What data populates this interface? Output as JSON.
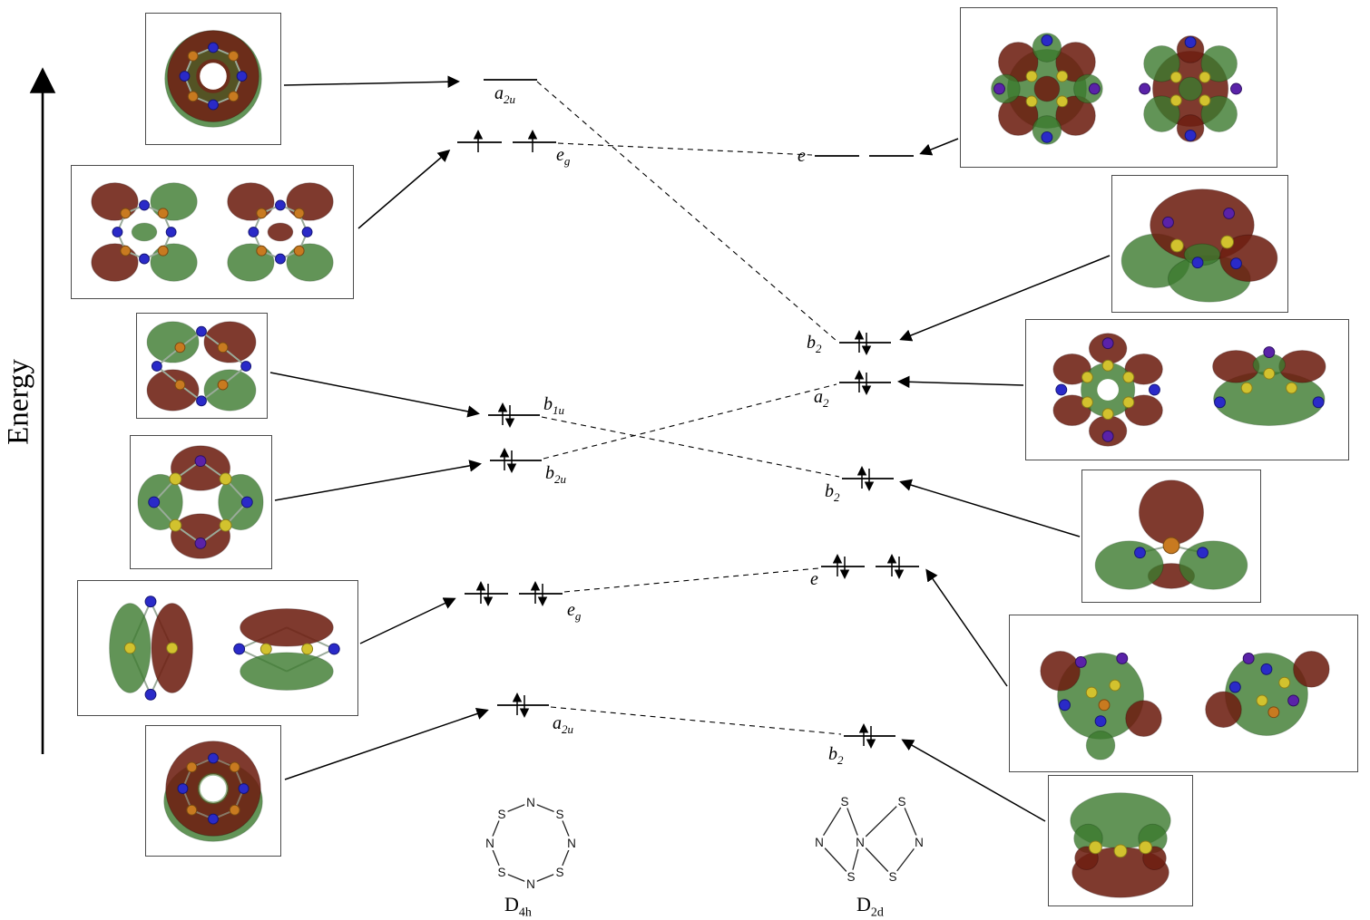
{
  "figure": {
    "type": "molecular-orbital-correlation-diagram",
    "energy_axis_label": "Energy"
  },
  "d4h": {
    "group_label": {
      "main": "D",
      "sub": "4h"
    },
    "levels": [
      {
        "main": "a",
        "sub": "2u",
        "electrons": "0",
        "degenerate": false
      },
      {
        "main": "e",
        "sub": "g",
        "electrons": "1,1",
        "degenerate": true
      },
      {
        "main": "b",
        "sub": "1u",
        "electrons": "2",
        "degenerate": false
      },
      {
        "main": "b",
        "sub": "2u",
        "electrons": "2",
        "degenerate": false
      },
      {
        "main": "e",
        "sub": "g",
        "electrons": "2,2",
        "degenerate": true
      },
      {
        "main": "a",
        "sub": "2u",
        "electrons": "2",
        "degenerate": false
      }
    ]
  },
  "d2d": {
    "group_label": {
      "main": "D",
      "sub": "2d"
    },
    "levels": [
      {
        "main": "e",
        "sub": "",
        "electrons": "0",
        "degenerate": true
      },
      {
        "main": "b",
        "sub": "2",
        "electrons": "2",
        "degenerate": false
      },
      {
        "main": "a",
        "sub": "2",
        "electrons": "2",
        "degenerate": false
      },
      {
        "main": "b",
        "sub": "2",
        "electrons": "2",
        "degenerate": false
      },
      {
        "main": "e",
        "sub": "",
        "electrons": "2,2",
        "degenerate": true
      },
      {
        "main": "b",
        "sub": "2",
        "electrons": "2",
        "degenerate": false
      }
    ]
  },
  "correlations": [
    {
      "from": "d4h a2u (top)",
      "to": "d2d b2 (upper)"
    },
    {
      "from": "d4h eg (top)",
      "to": "d2d e (top)"
    },
    {
      "from": "d4h b1u",
      "to": "d2d b2 (middle)"
    },
    {
      "from": "d4h b2u",
      "to": "d2d a2"
    },
    {
      "from": "d4h eg (lower)",
      "to": "d2d e (lower)"
    },
    {
      "from": "d4h a2u (low)",
      "to": "d2d b2 (lowest)"
    }
  ],
  "structures": {
    "d4h": {
      "atoms": [
        "N",
        "S",
        "N",
        "S",
        "N",
        "S",
        "N",
        "S"
      ]
    },
    "d2d": {
      "atoms": [
        "S",
        "S",
        "N",
        "N",
        "N",
        "S",
        "S"
      ]
    }
  },
  "colors": {
    "lobe_pos": "#6e1f12",
    "lobe_neg": "#3c7a2e",
    "atom_n": "#2a2ac8",
    "atom_purple": "#5a22a8",
    "atom_s_orange": "#c87a20",
    "atom_s_yellow": "#d2c22e"
  }
}
